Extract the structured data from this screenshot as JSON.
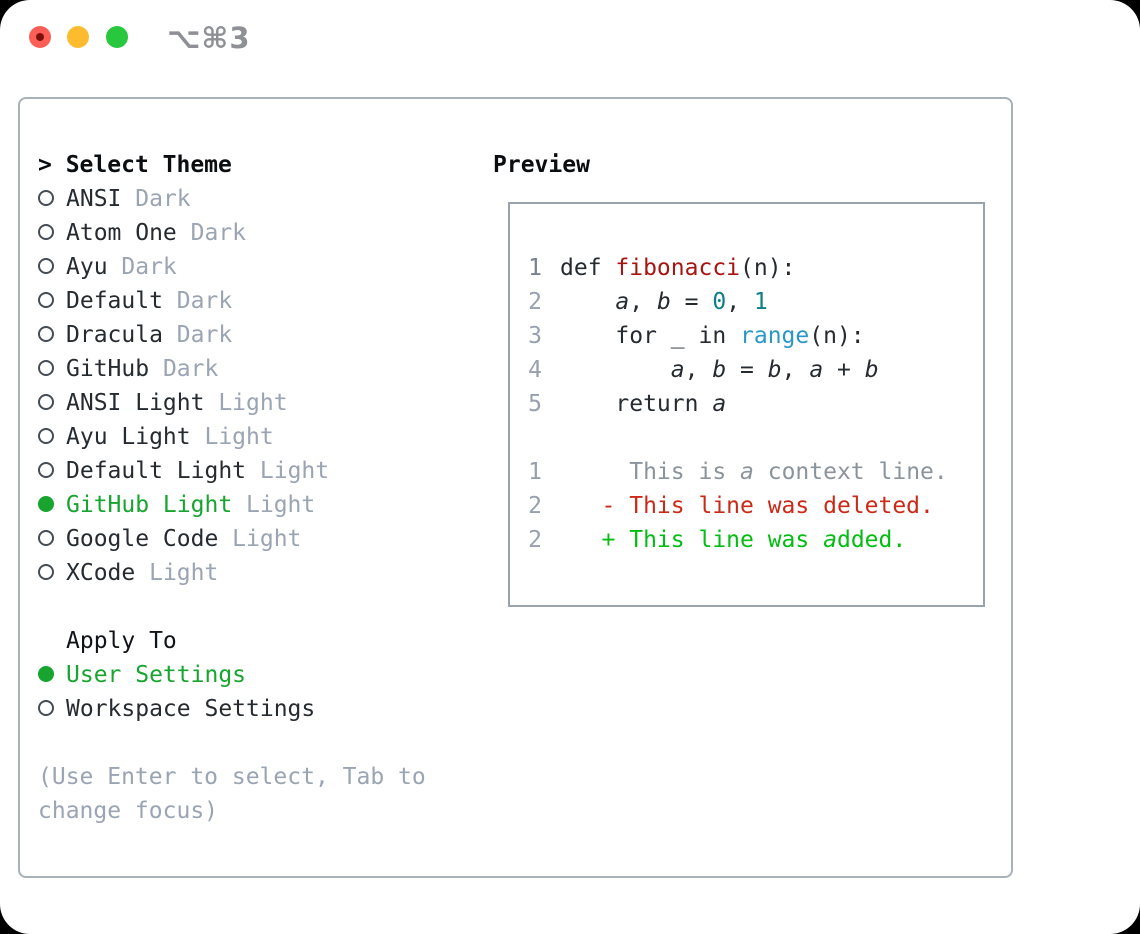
{
  "window": {
    "shortcut": "⌥⌘3"
  },
  "left": {
    "prompt": "> ",
    "title": "Select Theme",
    "themes": [
      {
        "name": "ANSI",
        "variant": "Dark",
        "selected": false
      },
      {
        "name": "Atom One",
        "variant": "Dark",
        "selected": false
      },
      {
        "name": "Ayu",
        "variant": "Dark",
        "selected": false
      },
      {
        "name": "Default",
        "variant": "Dark",
        "selected": false
      },
      {
        "name": "Dracula",
        "variant": "Dark",
        "selected": false
      },
      {
        "name": "GitHub",
        "variant": "Dark",
        "selected": false
      },
      {
        "name": "ANSI Light",
        "variant": "Light",
        "selected": false
      },
      {
        "name": "Ayu Light",
        "variant": "Light",
        "selected": false
      },
      {
        "name": "Default Light",
        "variant": "Light",
        "selected": false
      },
      {
        "name": "GitHub Light",
        "variant": "Light",
        "selected": true
      },
      {
        "name": "Google Code",
        "variant": "Light",
        "selected": false
      },
      {
        "name": "XCode",
        "variant": "Light",
        "selected": false
      }
    ],
    "apply_to": {
      "label": "Apply To",
      "options": [
        {
          "label": "User Settings",
          "selected": true
        },
        {
          "label": "Workspace Settings",
          "selected": false
        }
      ]
    },
    "hint_line1": "(Use Enter to select, Tab to",
    "hint_line2": "change focus)"
  },
  "preview": {
    "label": "Preview",
    "code_lines": [
      {
        "num": "1",
        "num_dark": true,
        "segs": [
          {
            "t": "def ",
            "c": "p"
          },
          {
            "t": "fibonacci",
            "c": "fn"
          },
          {
            "t": "(n):",
            "c": "p"
          }
        ]
      },
      {
        "num": "2",
        "segs": [
          {
            "t": "    ",
            "c": "p"
          },
          {
            "t": "a",
            "c": "v"
          },
          {
            "t": ", ",
            "c": "p"
          },
          {
            "t": "b",
            "c": "v"
          },
          {
            "t": " = ",
            "c": "p"
          },
          {
            "t": "0",
            "c": "nm"
          },
          {
            "t": ", ",
            "c": "p"
          },
          {
            "t": "1",
            "c": "nm"
          }
        ]
      },
      {
        "num": "3",
        "segs": [
          {
            "t": "    for _ in ",
            "c": "p"
          },
          {
            "t": "range",
            "c": "bi"
          },
          {
            "t": "(n):",
            "c": "p"
          }
        ]
      },
      {
        "num": "4",
        "segs": [
          {
            "t": "        ",
            "c": "p"
          },
          {
            "t": "a",
            "c": "v"
          },
          {
            "t": ", ",
            "c": "p"
          },
          {
            "t": "b",
            "c": "v"
          },
          {
            "t": " = ",
            "c": "p"
          },
          {
            "t": "b",
            "c": "v"
          },
          {
            "t": ", ",
            "c": "p"
          },
          {
            "t": "a",
            "c": "v"
          },
          {
            "t": " + ",
            "c": "p"
          },
          {
            "t": "b",
            "c": "v"
          }
        ]
      },
      {
        "num": "5",
        "segs": [
          {
            "t": "    return ",
            "c": "p"
          },
          {
            "t": "a",
            "c": "v"
          }
        ]
      }
    ],
    "diff_lines": [
      {
        "num": "1",
        "segs": [
          {
            "t": "     This is ",
            "c": "ctx"
          },
          {
            "t": "a",
            "c": "ctxv"
          },
          {
            "t": " context line.",
            "c": "ctx"
          }
        ]
      },
      {
        "num": "2",
        "segs": [
          {
            "t": "   - This line was deleted.",
            "c": "del"
          }
        ]
      },
      {
        "num": "2",
        "segs": [
          {
            "t": "   + This line was ",
            "c": "add"
          },
          {
            "t": "a",
            "c": "addv"
          },
          {
            "t": "dded.",
            "c": "add"
          }
        ]
      }
    ]
  },
  "colors": {
    "accent_green": "#17a52f",
    "added_green": "#04bd13",
    "deleted_red": "#cb2a18",
    "function_red": "#a81511",
    "number_teal": "#0d7f87",
    "builtin_blue": "#2a97c9",
    "text_dark": "#262b31",
    "muted": "#9aa4b2",
    "context_gray": "#8b949d",
    "line_number": "#96a0ae",
    "line_number_active": "#78828f",
    "panel_border": "#a9b1bb",
    "box_border": "#9aa3ad",
    "traffic_red": "#fd5f57",
    "traffic_red_dot": "#7c100a",
    "traffic_yellow": "#fdbc2f",
    "traffic_green": "#28c73e",
    "title_gray": "#8e9095"
  }
}
